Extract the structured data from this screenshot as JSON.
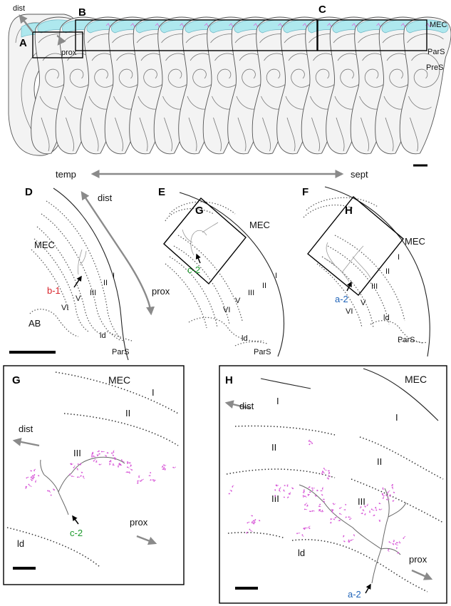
{
  "panel_letters": {
    "A": "A",
    "B": "B",
    "C": "C",
    "D": "D",
    "E": "E",
    "F": "F",
    "G_inset": "G",
    "H_inset": "H",
    "G": "G",
    "H": "H"
  },
  "overview": {
    "region_labels": [
      "MEC",
      "ParS",
      "PreS"
    ],
    "dist": "dist",
    "prox": "prox",
    "axis_left": "temp",
    "axis_right": "sept"
  },
  "panel_d": {
    "dist": "dist",
    "prox": "prox",
    "labels": [
      "MEC",
      "I",
      "II",
      "III",
      "V",
      "VI",
      "AB",
      "ld",
      "ParS"
    ],
    "cell_label": "b-1",
    "cell_color": "#d8232a"
  },
  "panel_e": {
    "labels": [
      "MEC",
      "I",
      "II",
      "III",
      "V",
      "VI",
      "ld",
      "ParS"
    ],
    "cell_label": "c-2",
    "cell_color": "#1a9a2a"
  },
  "panel_f": {
    "labels": [
      "MEC",
      "I",
      "II",
      "III",
      "V",
      "VI",
      "ld",
      "ParS"
    ],
    "cell_label": "a-2",
    "cell_color": "#1f63b8"
  },
  "panel_g": {
    "labels": [
      "MEC",
      "I",
      "II",
      "III",
      "ld"
    ],
    "dist": "dist",
    "prox": "prox",
    "cell_label": "c-2"
  },
  "panel_h": {
    "labels": [
      "MEC",
      "I",
      "I",
      "II",
      "II",
      "III",
      "III",
      "ld"
    ],
    "dist": "dist",
    "prox": "prox",
    "cell_label": "a-2"
  }
}
